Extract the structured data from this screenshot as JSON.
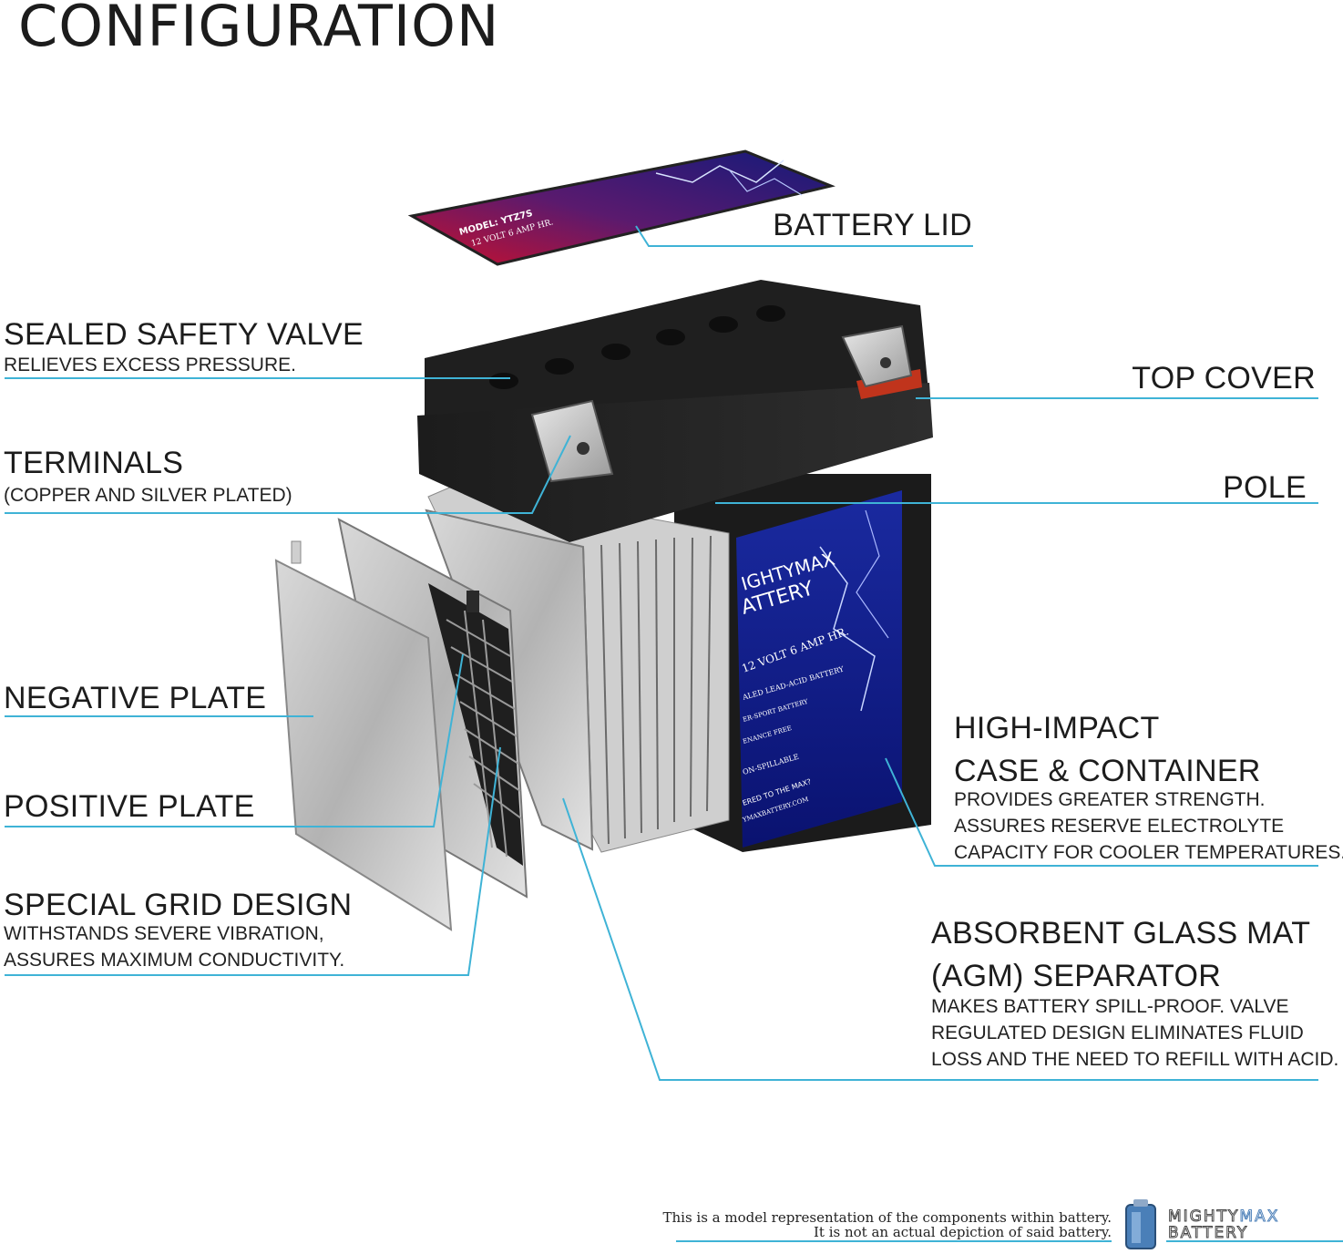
{
  "title": "CONFIGURATION",
  "labels": {
    "battery_lid": "BATTERY LID",
    "sealed_valve": {
      "heading": "SEALED SAFETY VALVE",
      "desc": "RELIEVES EXCESS PRESSURE."
    },
    "top_cover": "TOP COVER",
    "terminals": {
      "heading": "TERMINALS",
      "desc": "(COPPER AND SILVER PLATED)"
    },
    "pole": "POLE",
    "negative_plate": "NEGATIVE PLATE",
    "positive_plate": "POSITIVE PLATE",
    "grid": {
      "heading": "SPECIAL GRID DESIGN",
      "desc1": "WITHSTANDS SEVERE VIBRATION,",
      "desc2": "ASSURES MAXIMUM CONDUCTIVITY."
    },
    "case": {
      "heading1": "HIGH-IMPACT",
      "heading2": "CASE & CONTAINER",
      "desc1": "PROVIDES GREATER STRENGTH.",
      "desc2": "ASSURES RESERVE ELECTROLYTE",
      "desc3": "CAPACITY FOR COOLER TEMPERATURES."
    },
    "agm": {
      "heading1": "ABSORBENT GLASS MAT",
      "heading2": "(AGM) SEPARATOR",
      "desc1": "MAKES BATTERY SPILL-PROOF. VALVE",
      "desc2": "REGULATED DESIGN ELIMINATES FLUID",
      "desc3": "LOSS AND THE NEED TO REFILL WITH ACID."
    }
  },
  "lid_label": {
    "model": "MODEL: YTZ7S",
    "spec": "12 VOLT 6 AMP HR."
  },
  "front_label": {
    "brand1": "IGHTYMAX",
    "brand2": "ATTERY",
    "spec": "12 VOLT 6 AMP HR.",
    "line1": "ALED LEAD-ACID BATTERY",
    "line2": "ER-SPORT BATTERY",
    "line3": "ENANCE FREE",
    "line4": "ON-SPILLABLE",
    "line5": "ERED TO THE MAX?",
    "line6": "YMAXBATTERY.COM"
  },
  "disclaimer": {
    "line1": "This is a model representation of the components within battery.",
    "line2": "It is not an actual depiction of said battery."
  },
  "brand": {
    "line1a": "MIGHTY",
    "line1b": "MAX",
    "line2": "BATTERY"
  },
  "colors": {
    "leader": "#3fb3d6",
    "text": "#1c1c1c",
    "label_blue": "#1f2aa8",
    "label_red": "#c0143c"
  },
  "icons": [
    "battery-logo-icon"
  ]
}
